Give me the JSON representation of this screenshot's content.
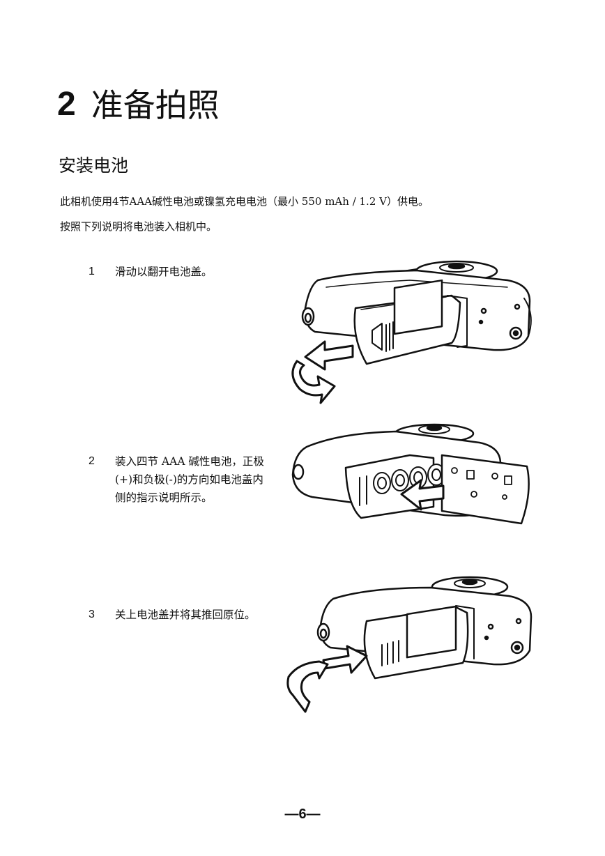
{
  "chapter": {
    "number": "2",
    "title": "准备拍照"
  },
  "section": {
    "title": "安装电池"
  },
  "intro": {
    "line1": "此相机使用4节AAA碱性电池或镍氢充电电池（最小 550 mAh / 1.2 V）供电。",
    "line2": "按照下列说明将电池装入相机中。"
  },
  "steps": [
    {
      "number": "1",
      "text": "滑动以翻开电池盖。",
      "icon": "camera-battery-cover-open-illustration"
    },
    {
      "number": "2",
      "text": "装入四节 AAA 碱性电池，正极(+)和负极(-)的方向如电池盖内侧的指示说明所示。",
      "icon": "camera-insert-batteries-illustration"
    },
    {
      "number": "3",
      "text": "关上电池盖并将其推回原位。",
      "icon": "camera-battery-cover-close-illustration"
    }
  ],
  "footer": {
    "page_number": "—6—"
  }
}
